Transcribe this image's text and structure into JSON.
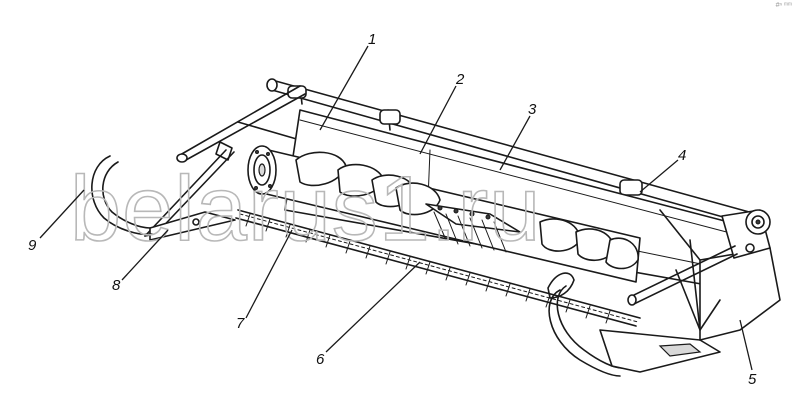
{
  "corner_mark": "#ⁿ ᵐᵐ",
  "watermark": "belarus1.ru",
  "callouts": [
    {
      "id": "1",
      "label": "1"
    },
    {
      "id": "2",
      "label": "2"
    },
    {
      "id": "3",
      "label": "3"
    },
    {
      "id": "4",
      "label": "4"
    },
    {
      "id": "5",
      "label": "5"
    },
    {
      "id": "6",
      "label": "6"
    },
    {
      "id": "7",
      "label": "7"
    },
    {
      "id": "8",
      "label": "8"
    },
    {
      "id": "9",
      "label": "9"
    }
  ]
}
